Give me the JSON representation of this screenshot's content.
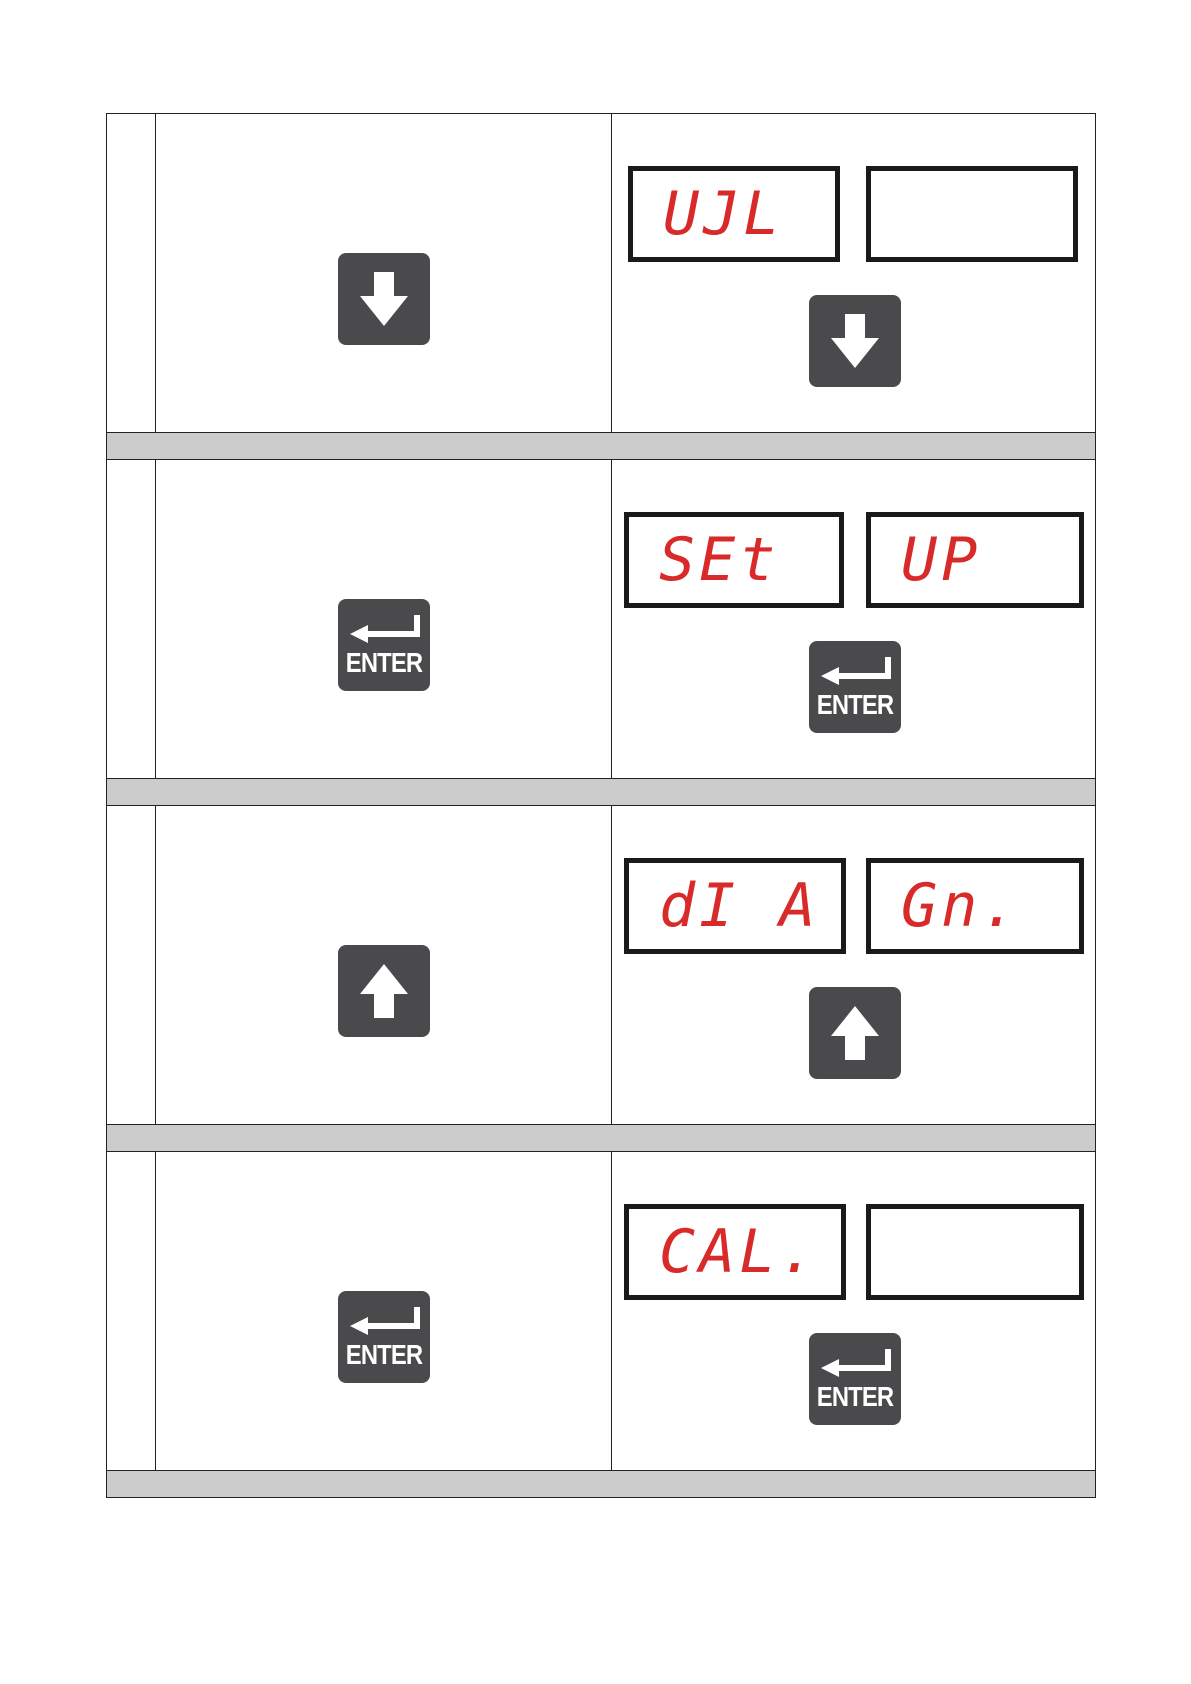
{
  "steps": [
    {
      "key": "down-arrow",
      "display_left": "UJL",
      "display_right": ""
    },
    {
      "key": "enter",
      "key_label": "ENTER",
      "display_left": "SEt",
      "display_right": "UP"
    },
    {
      "key": "up-arrow",
      "display_left": "dI A",
      "display_right": "Gn."
    },
    {
      "key": "enter",
      "key_label": "ENTER",
      "display_left": "CAL.",
      "display_right": ""
    }
  ],
  "colors": {
    "key_bg": "#4a4a4c",
    "lcd_text": "#d92a2a",
    "separator": "#cccccc"
  }
}
